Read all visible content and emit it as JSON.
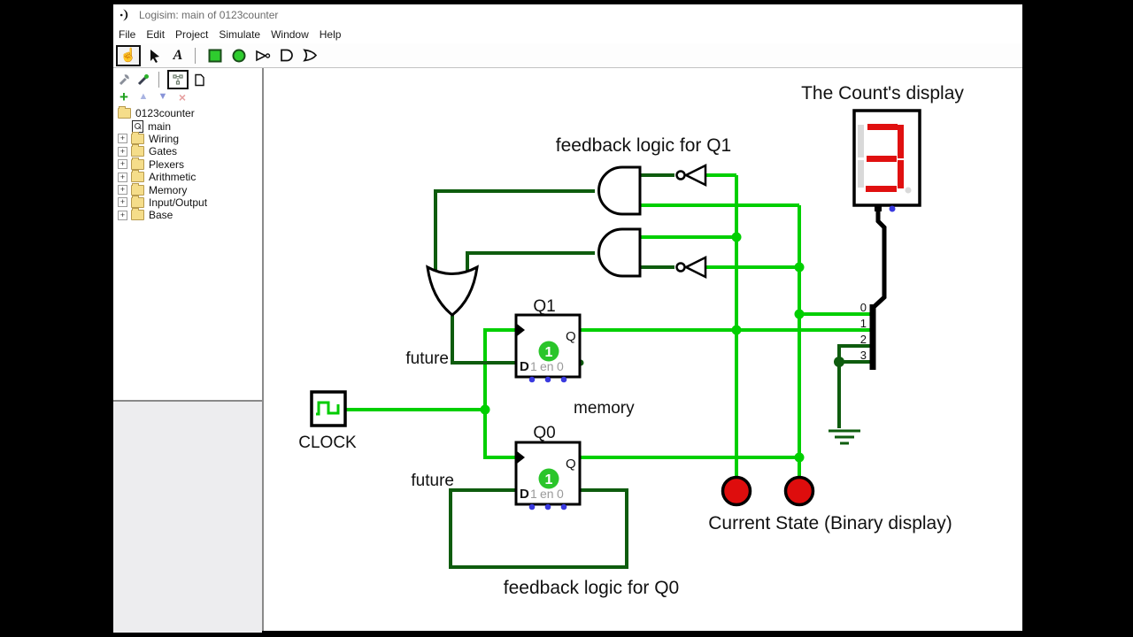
{
  "window": {
    "title": "Logisim: main of 0123counter"
  },
  "menu": {
    "items": [
      "File",
      "Edit",
      "Project",
      "Simulate",
      "Window",
      "Help"
    ]
  },
  "main_toolbar": {
    "text_tool_label": "A"
  },
  "explorer": {
    "project": "0123counter",
    "circuit": "main",
    "libraries": [
      "Wiring",
      "Gates",
      "Plexers",
      "Arithmetic",
      "Memory",
      "Input/Output",
      "Base"
    ]
  },
  "circuit": {
    "display_title": "The Count's display",
    "seven_segment_value": "3",
    "labels": {
      "feedback_q1": "feedback logic for Q1",
      "feedback_q0": "feedback logic for Q0",
      "memory": "memory",
      "clock": "CLOCK",
      "future_q1": "future",
      "future_q0": "future",
      "current_state": "Current State (Binary display)"
    },
    "flipflop": {
      "q1_name": "Q1",
      "q0_name": "Q0",
      "q_out": "Q",
      "d_in": "D",
      "set": "1",
      "enable": "en",
      "reset": "0",
      "state": "1"
    },
    "splitter": {
      "pins": [
        "0",
        "1",
        "2",
        "3"
      ]
    },
    "colors": {
      "wire_on": "#00cf00",
      "wire_off": "#0e5c0e",
      "led_on": "#de0d0d",
      "segment_on": "#e01010",
      "segment_off": "#d9d9d9"
    }
  }
}
